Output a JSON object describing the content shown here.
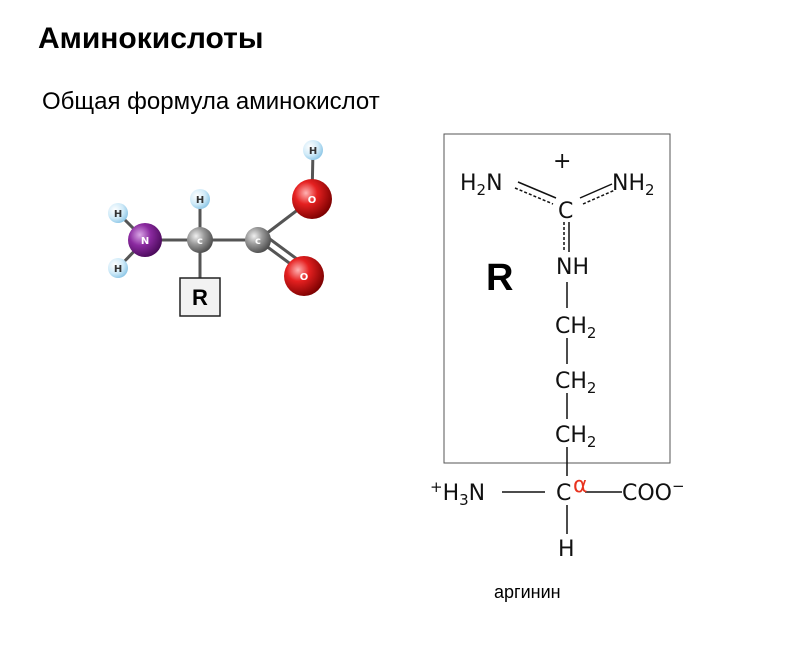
{
  "title": "Аминокислоты",
  "subtitle": "Общая формула аминокислот",
  "ball_model": {
    "atoms": {
      "n": "N",
      "c_alpha": "c",
      "c_carboxyl": "c",
      "o_hydroxyl": "O",
      "o_carbonyl": "O",
      "h": "H"
    },
    "r_group": "R",
    "colors": {
      "nitrogen": "#7a1e8c",
      "oxygen": "#d11a1a",
      "carbon": "#8c8c8c",
      "hydrogen": "#bfe3f5"
    }
  },
  "arginine": {
    "r_label": "R",
    "guanidinium": {
      "plus": "+",
      "h2n_left": "H",
      "h2n_left_sub": "2",
      "h2n_left_n": "N",
      "nh2_right": "NH",
      "nh2_right_sub": "2",
      "carbon": "C"
    },
    "nh": "NH",
    "chain": [
      {
        "c": "CH",
        "sub": "2"
      },
      {
        "c": "CH",
        "sub": "2"
      },
      {
        "c": "CH",
        "sub": "2"
      }
    ],
    "backbone": {
      "amine_plus": "+",
      "amine": "H",
      "amine_sub": "3",
      "amine_n": "N",
      "carbon": "C",
      "alpha": "α",
      "alpha_color": "#e8331f",
      "carboxyl": "COO",
      "carboxyl_charge": "−",
      "hydrogen": "H"
    },
    "name": "аргинин"
  }
}
